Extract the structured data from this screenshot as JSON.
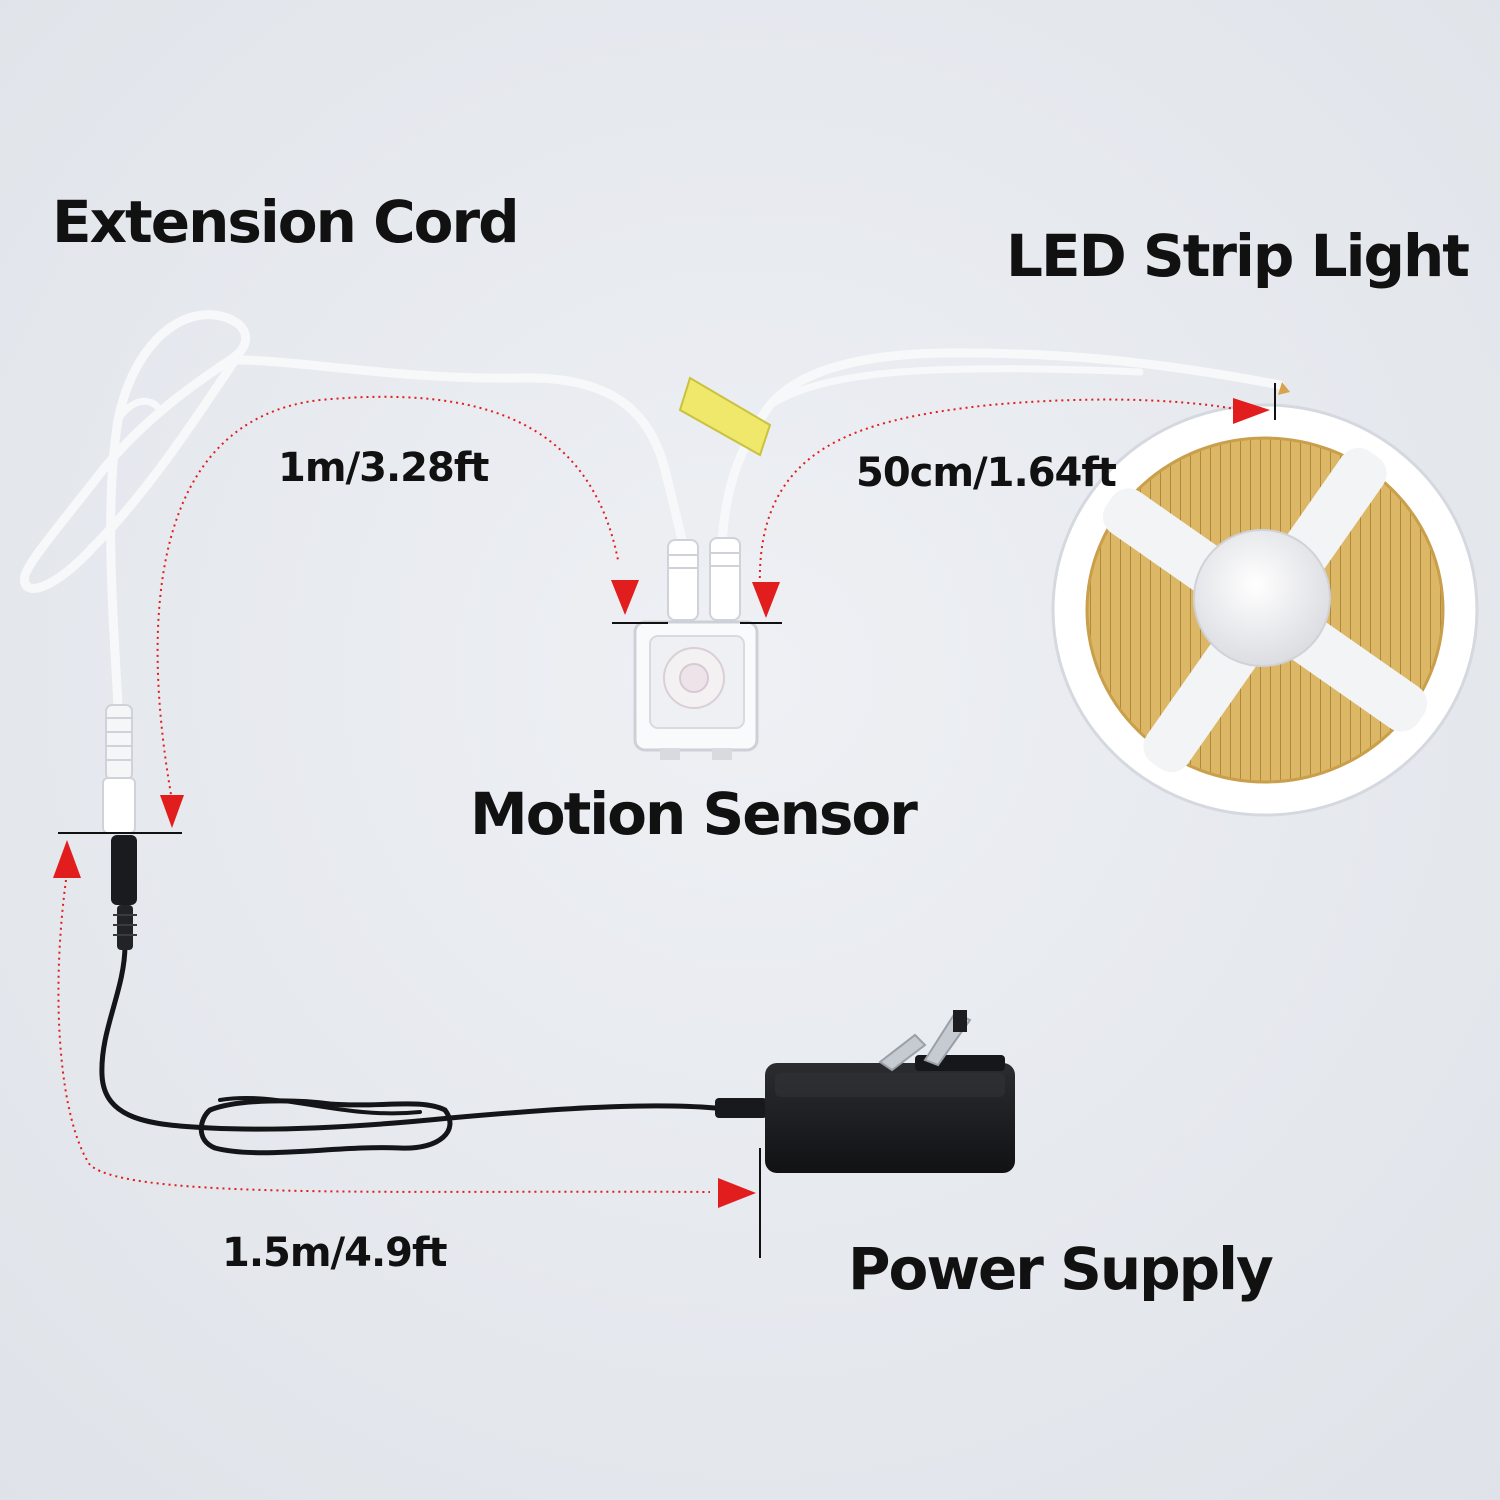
{
  "labels": {
    "extension_cord": "Extension Cord",
    "led_strip_light": "LED Strip Light",
    "motion_sensor": "Motion Sensor",
    "power_supply": "Power Supply"
  },
  "dimensions": {
    "extension_cord_length": "1m/3.28ft",
    "led_lead_length": "50cm/1.64ft",
    "power_cable_length": "1.5m/4.9ft"
  },
  "colors": {
    "background": "#e6e9ee",
    "arrow": "#e11d1d",
    "cable_white": "#f7f8f9",
    "adapter_black": "#1b1c1f",
    "led_yellow": "#d9b25a"
  }
}
